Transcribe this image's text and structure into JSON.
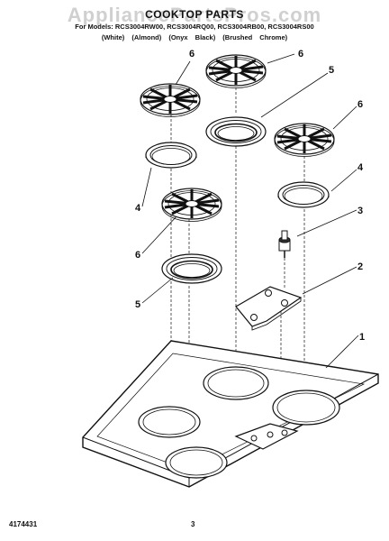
{
  "watermark": "AppliancePartsPros.com",
  "header": {
    "title": "COOKTOP PARTS",
    "models": "For Models: RCS3004RW00, RCS3004RQ00, RCS3004RB00, RCS3004RS00",
    "colors": "(White)   (Almond)   (Onyx Black)   (Brushed Chrome)"
  },
  "footer": {
    "doc_number": "4174431",
    "page_number": "3"
  },
  "callouts": [
    {
      "id": "grate-top-left",
      "label": "6"
    },
    {
      "id": "grate-top",
      "label": "6"
    },
    {
      "id": "grate-right",
      "label": "6"
    },
    {
      "id": "grate-mid",
      "label": "6"
    },
    {
      "id": "bowl-top",
      "label": "5"
    },
    {
      "id": "bowl-left",
      "label": "5"
    },
    {
      "id": "ring-left",
      "label": "4"
    },
    {
      "id": "ring-right",
      "label": "4"
    },
    {
      "id": "igniter",
      "label": "3"
    },
    {
      "id": "bracket",
      "label": "2"
    },
    {
      "id": "cooktop",
      "label": "1"
    }
  ]
}
